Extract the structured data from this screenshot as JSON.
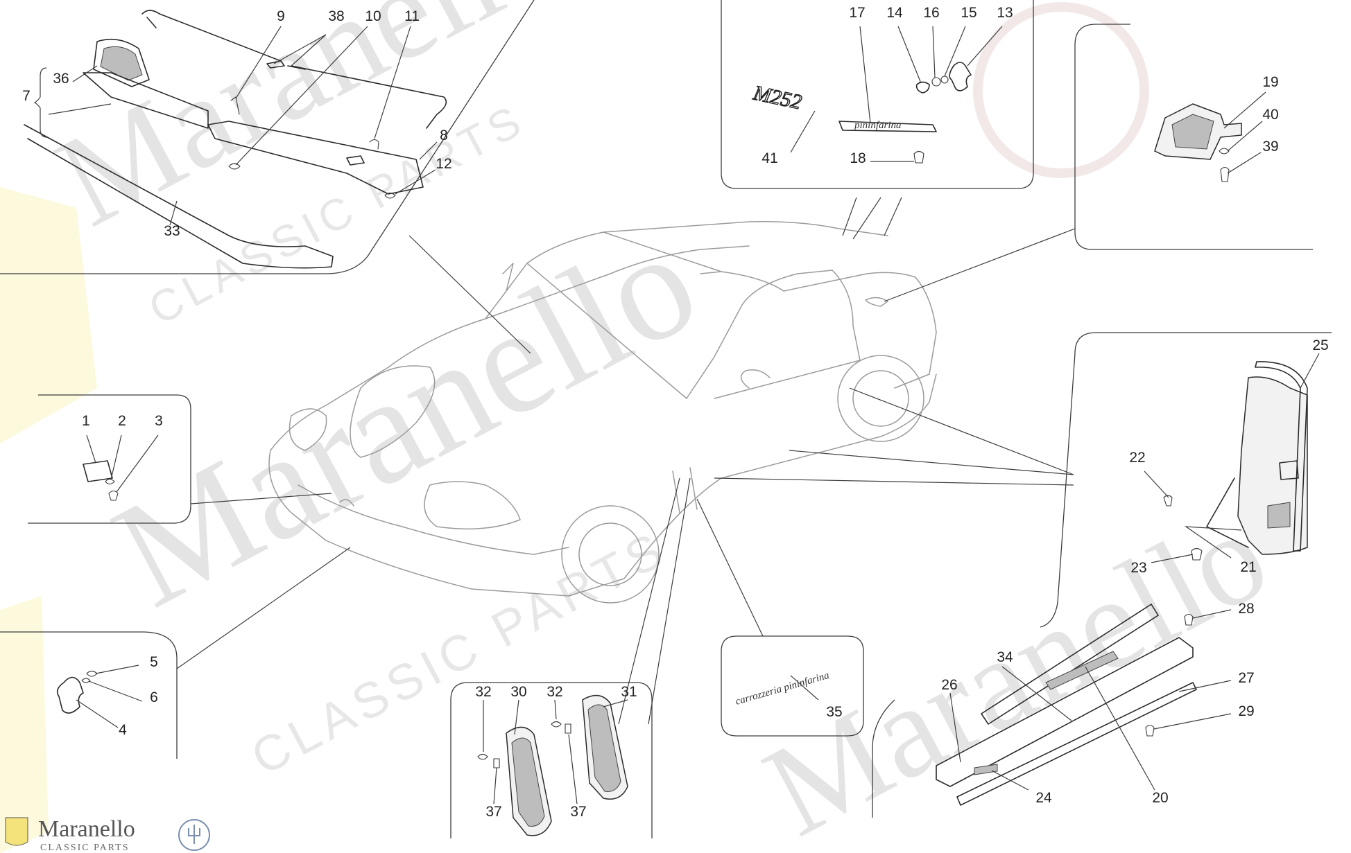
{
  "watermark": {
    "brand": "Maranello",
    "tagline": "CLASSIC PARTS"
  },
  "logo": {
    "brand": "Maranello",
    "tagline": "CLASSIC PARTS"
  },
  "badges": {
    "model": "M252",
    "script_35": "carrozzeria pininfarina",
    "script_17": "pininfarina"
  },
  "callouts": [
    {
      "id": "c9",
      "label": "9"
    },
    {
      "id": "c38",
      "label": "38"
    },
    {
      "id": "c10",
      "label": "10"
    },
    {
      "id": "c11",
      "label": "11"
    },
    {
      "id": "c36",
      "label": "36"
    },
    {
      "id": "c7",
      "label": "7"
    },
    {
      "id": "c8",
      "label": "8"
    },
    {
      "id": "c12",
      "label": "12"
    },
    {
      "id": "c33",
      "label": "33"
    },
    {
      "id": "c17",
      "label": "17"
    },
    {
      "id": "c14",
      "label": "14"
    },
    {
      "id": "c16",
      "label": "16"
    },
    {
      "id": "c15",
      "label": "15"
    },
    {
      "id": "c13",
      "label": "13"
    },
    {
      "id": "c41",
      "label": "41"
    },
    {
      "id": "c18",
      "label": "18"
    },
    {
      "id": "c19",
      "label": "19"
    },
    {
      "id": "c40",
      "label": "40"
    },
    {
      "id": "c39",
      "label": "39"
    },
    {
      "id": "c1",
      "label": "1"
    },
    {
      "id": "c2",
      "label": "2"
    },
    {
      "id": "c3",
      "label": "3"
    },
    {
      "id": "c25",
      "label": "25"
    },
    {
      "id": "c22",
      "label": "22"
    },
    {
      "id": "c23",
      "label": "23"
    },
    {
      "id": "c21",
      "label": "21"
    },
    {
      "id": "c5",
      "label": "5"
    },
    {
      "id": "c6",
      "label": "6"
    },
    {
      "id": "c4",
      "label": "4"
    },
    {
      "id": "c32a",
      "label": "32"
    },
    {
      "id": "c30",
      "label": "30"
    },
    {
      "id": "c32b",
      "label": "32"
    },
    {
      "id": "c31",
      "label": "31"
    },
    {
      "id": "c37a",
      "label": "37"
    },
    {
      "id": "c37b",
      "label": "37"
    },
    {
      "id": "c35",
      "label": "35"
    },
    {
      "id": "c28",
      "label": "28"
    },
    {
      "id": "c34",
      "label": "34"
    },
    {
      "id": "c26",
      "label": "26"
    },
    {
      "id": "c27",
      "label": "27"
    },
    {
      "id": "c29",
      "label": "29"
    },
    {
      "id": "c24",
      "label": "24"
    },
    {
      "id": "c20",
      "label": "20"
    }
  ]
}
